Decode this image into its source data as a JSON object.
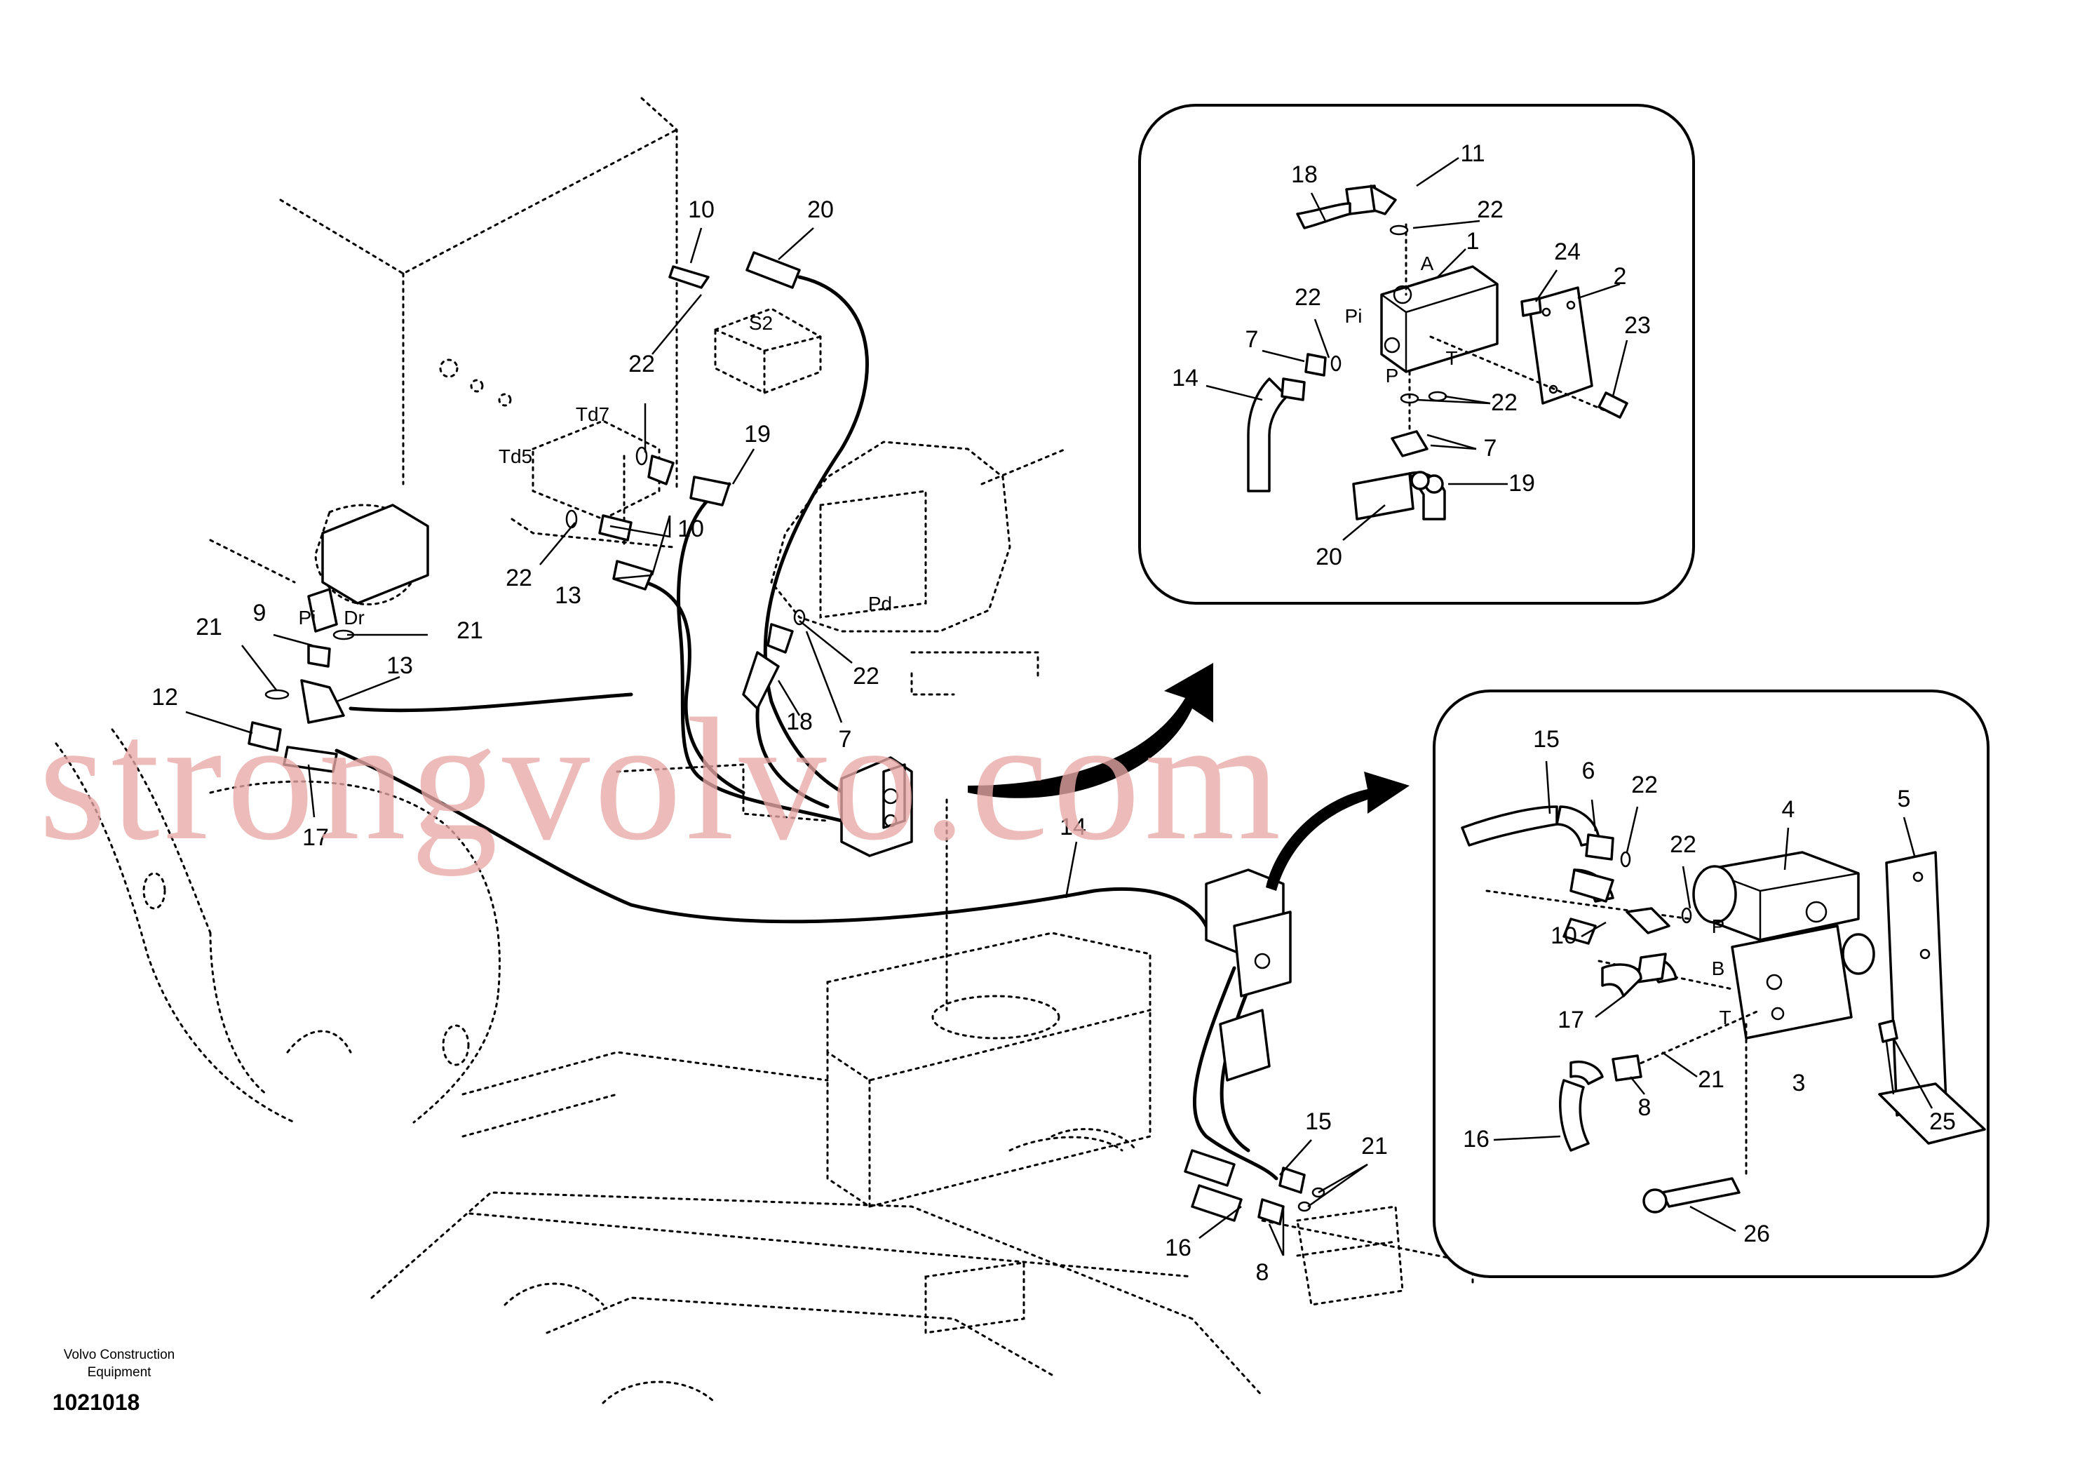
{
  "watermark": "strongvolvo.com",
  "footer": {
    "company_line1": "Volvo Construction",
    "company_line2": "Equipment",
    "drawing_number": "1021018"
  },
  "callouts": {
    "main": [
      "10",
      "20",
      "22",
      "Td7",
      "Td5",
      "19",
      "10",
      "22",
      "13",
      "21",
      "9",
      "Pi",
      "Dr",
      "21",
      "13",
      "12",
      "17",
      "22",
      "18",
      "7",
      "Pd",
      "S2",
      "14",
      "15",
      "21",
      "16",
      "8"
    ],
    "inset_top": [
      "18",
      "11",
      "22",
      "A",
      "1",
      "24",
      "2",
      "22",
      "Pi",
      "7",
      "14",
      "P",
      "T",
      "22",
      "23",
      "7",
      "19",
      "20"
    ],
    "inset_bottom": [
      "15",
      "6",
      "22",
      "4",
      "5",
      "22",
      "10",
      "P",
      "B",
      "17",
      "T",
      "21",
      "8",
      "3",
      "25",
      "16",
      "26"
    ]
  }
}
